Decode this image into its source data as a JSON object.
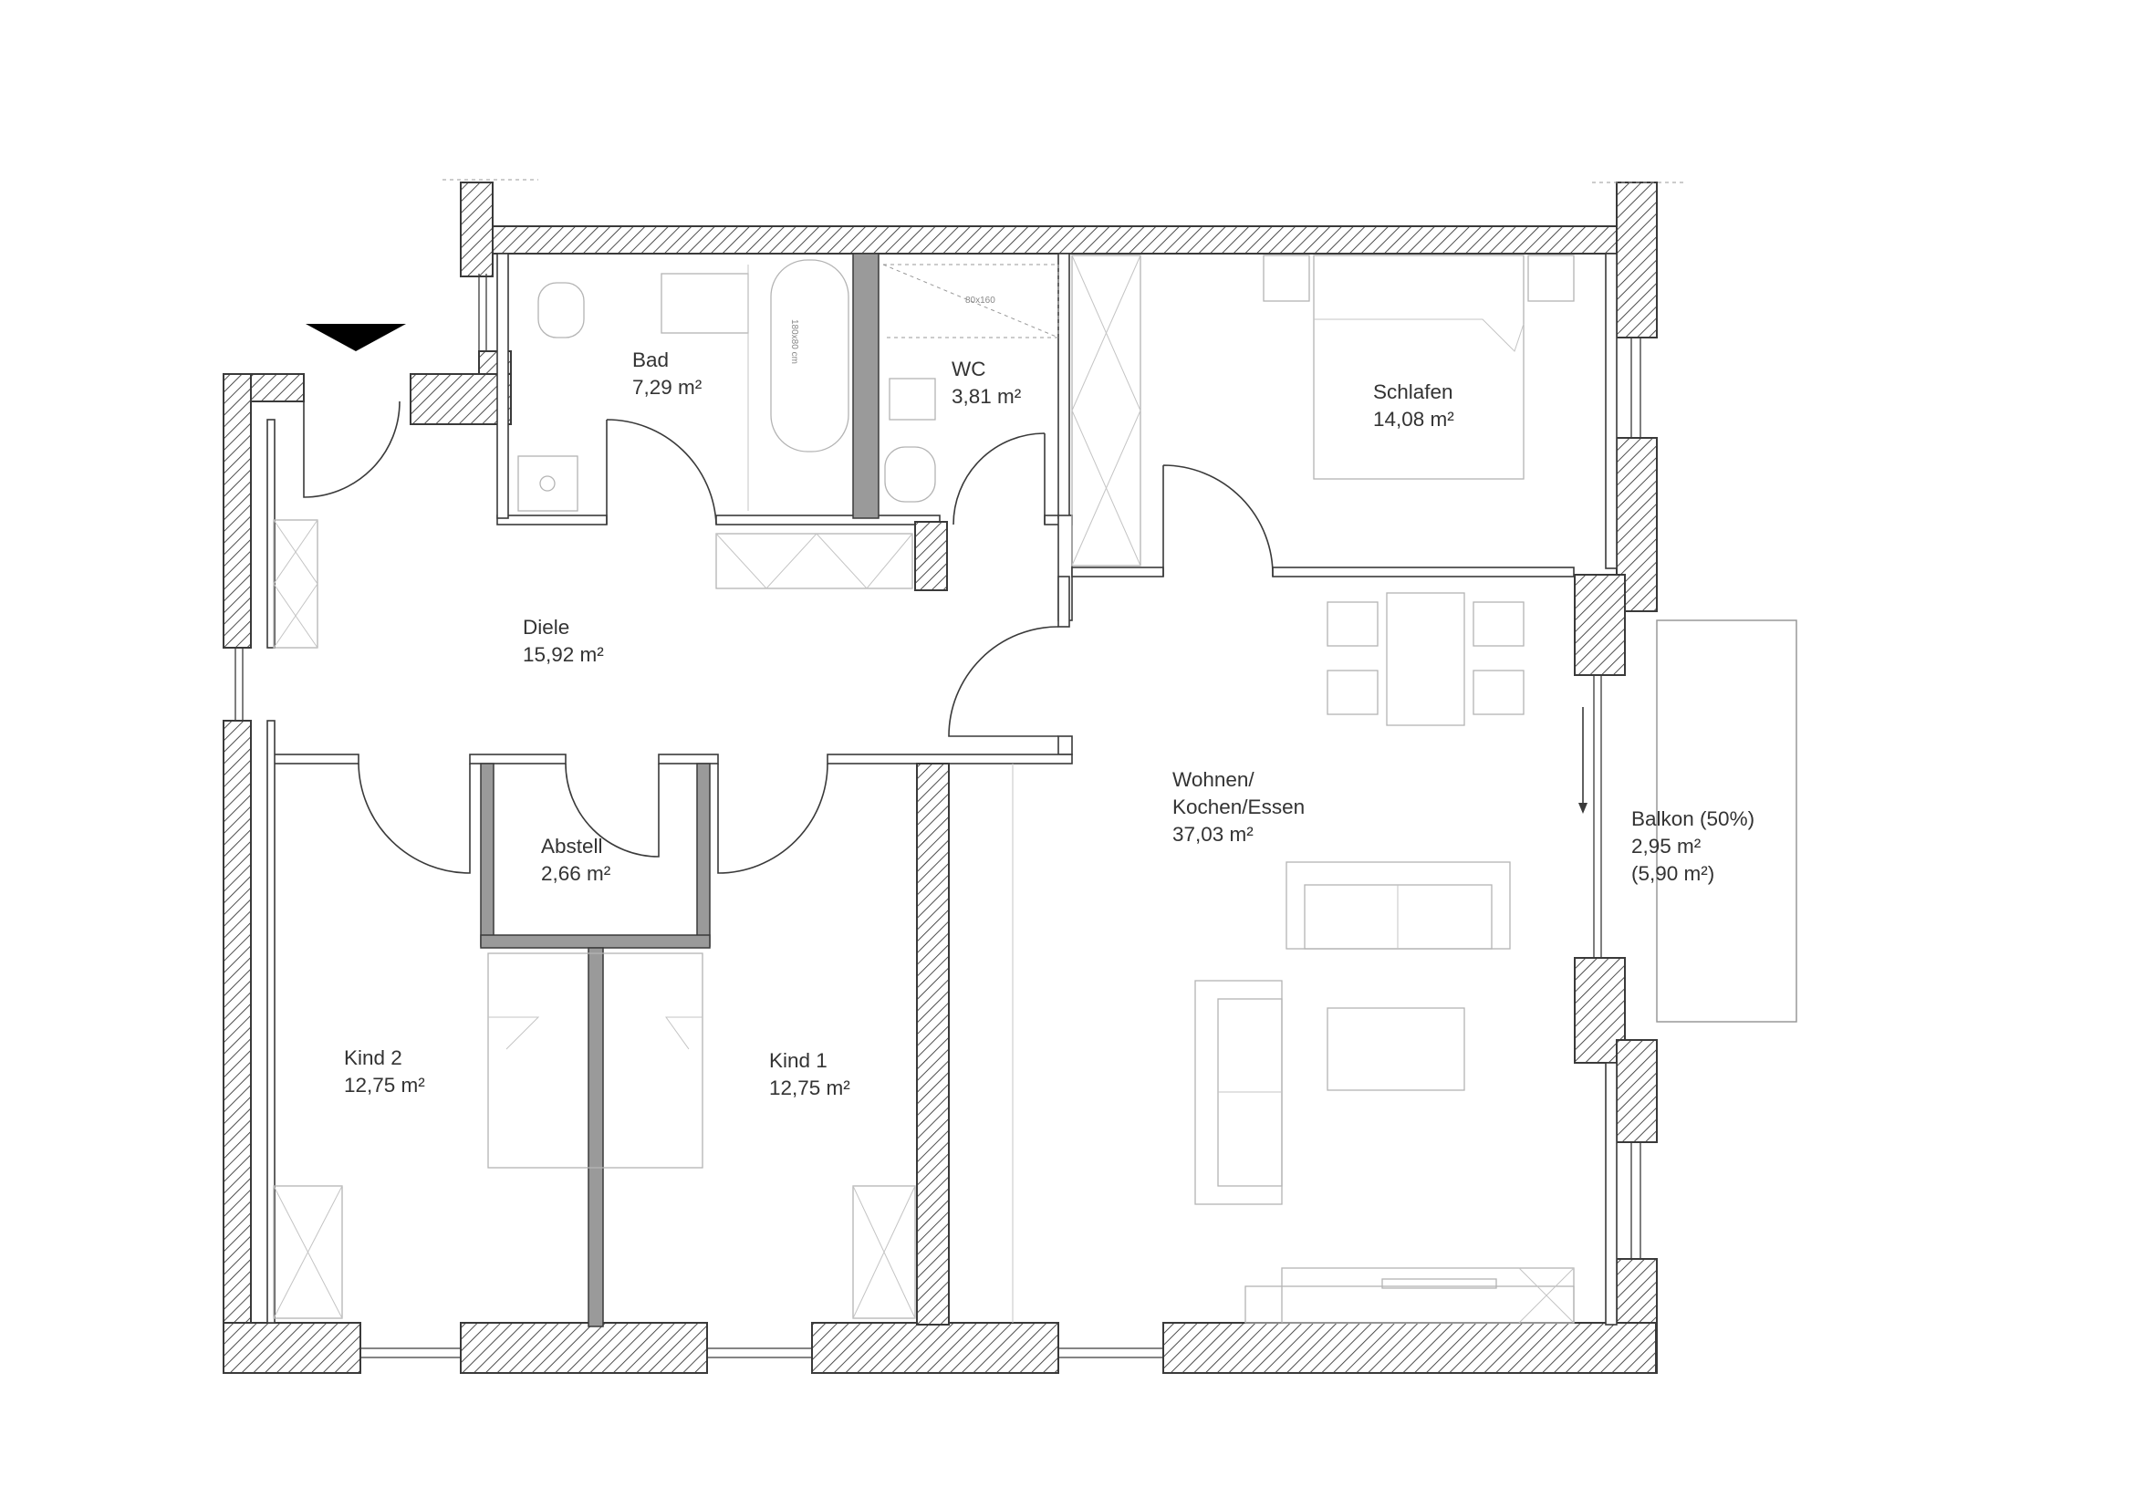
{
  "rooms": {
    "bad": {
      "name": "Bad",
      "area": "7,29 m²"
    },
    "wc": {
      "name": "WC",
      "area": "3,81 m²"
    },
    "schlafen": {
      "name": "Schlafen",
      "area": "14,08 m²"
    },
    "diele": {
      "name": "Diele",
      "area": "15,92 m²"
    },
    "wohnen": {
      "name_line1": "Wohnen/",
      "name_line2": "Kochen/Essen",
      "area": "37,03 m²"
    },
    "abstell": {
      "name": "Abstell",
      "area": "2,66 m²"
    },
    "kind2": {
      "name": "Kind 2",
      "area": "12,75 m²"
    },
    "kind1": {
      "name": "Kind 1",
      "area": "12,75 m²"
    },
    "balkon": {
      "name": "Balkon (50%)",
      "area": "2,95 m²",
      "area_full": "(5,90 m²)"
    }
  },
  "fixtures": {
    "bathtub_size": "180x80 cm",
    "shower_size": "80x160"
  },
  "colors": {
    "wall_line": "#3a3a3a",
    "furniture": "#b4b4b4",
    "label_text": "#333333"
  },
  "icons": {
    "entrance": "entrance-arrow-icon"
  }
}
